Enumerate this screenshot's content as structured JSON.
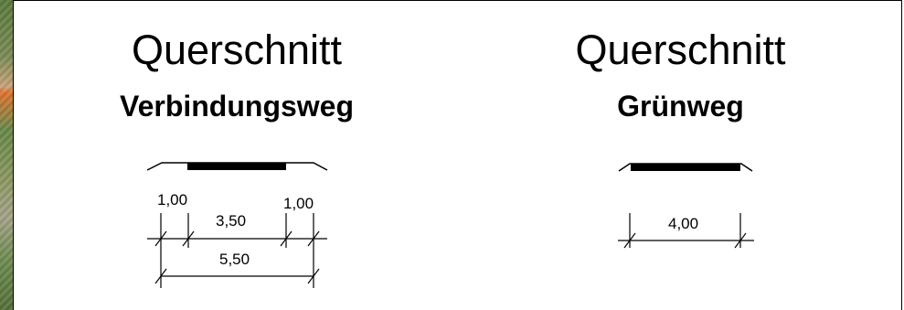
{
  "left_panel": {
    "title": "Querschnitt",
    "subtitle": "Verbindungsweg",
    "dimensions": {
      "left_shoulder": "1,00",
      "carriageway": "3,50",
      "right_shoulder": "1,00",
      "total": "5,50"
    }
  },
  "right_panel": {
    "title": "Querschnitt",
    "subtitle": "Grünweg",
    "dimensions": {
      "total": "4,00"
    }
  },
  "colors": {
    "line": "#000000",
    "background": "#ffffff"
  }
}
